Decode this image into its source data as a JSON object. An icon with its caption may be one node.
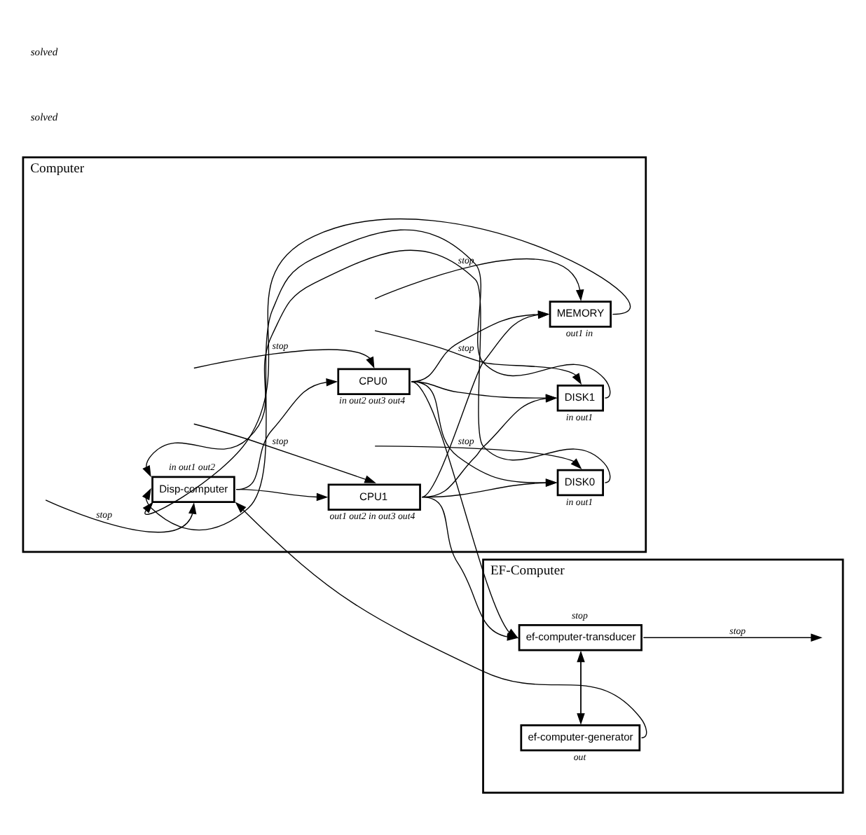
{
  "diagram": {
    "nodes": [
      {
        "text": [
          "Computer"
        ]
      },
      {
        "text": [
          "Disp-computer"
        ],
        "in": 0,
        "beside": [
          "in",
          "out1",
          "out2"
        ]
      },
      {
        "text": [
          "CPU0"
        ],
        "in": 0,
        "beside": [
          "in",
          "out2",
          "out3",
          "out4"
        ]
      },
      {
        "text": [
          "CPU1"
        ],
        "in": 0,
        "beside": [
          "out1",
          "out2",
          "in",
          "out3",
          "out4"
        ]
      },
      {
        "text": [
          "DISK0"
        ],
        "in": 0,
        "beside": [
          "in",
          "out1"
        ]
      },
      {
        "text": [
          "DISK1"
        ],
        "in": 0,
        "beside": [
          "in",
          "out1"
        ]
      },
      {
        "text": [
          "MEMORY"
        ],
        "in": 0,
        "beside": [
          "out1",
          "in"
        ]
      },
      {
        "text": [
          "EF-Computer"
        ]
      },
      {
        "text": [
          "ef-computer-transducer"
        ],
        "in": 7,
        "beside": [
          "stop"
        ]
      },
      {
        "text": [
          "ef-computer-generator"
        ],
        "in": 7,
        "beside": [
          "out"
        ]
      }
    ],
    "edges": [
      {
        "from": 1,
        "to": 2,
        "arrow": "to"
      },
      {
        "from": 1,
        "to": 3,
        "arrow": "to"
      },
      {
        "from": 2,
        "to": 4,
        "arrow": "to"
      },
      {
        "from": 2,
        "to": 5,
        "arrow": "to"
      },
      {
        "from": 2,
        "to": 8,
        "arrow": "to"
      },
      {
        "from": 2,
        "to": 6,
        "arrow": "to"
      },
      {
        "from": 3,
        "to": 4,
        "arrow": "to"
      },
      {
        "from": 3,
        "to": 5,
        "arrow": "to"
      },
      {
        "from": 3,
        "to": 8,
        "arrow": "to"
      },
      {
        "from": 3,
        "to": 6,
        "arrow": "to"
      },
      {
        "from": 4,
        "to": 1,
        "arrow": "to"
      },
      {
        "from": 5,
        "to": 1,
        "arrow": "to"
      },
      {
        "from": 6,
        "to": 1,
        "arrow": "to"
      },
      {
        "from": 9,
        "to": 1,
        "arrow": "to"
      },
      {
        "from": 9,
        "to": 8,
        "arrow": "to"
      },
      {
        "from": 8,
        "to": 9,
        "arrow": "to"
      },
      {
        "from": 8,
        "to": null,
        "arrow": "to",
        "label": "stop"
      },
      {
        "from": null,
        "to": 1,
        "arrow": "to",
        "label": "stop"
      },
      {
        "from": null,
        "to": 2,
        "arrow": "to",
        "label": "stop"
      },
      {
        "from": null,
        "to": 3,
        "arrow": "to",
        "label": "stop"
      },
      {
        "from": null,
        "to": 4,
        "arrow": "to",
        "label": "stop"
      },
      {
        "from": null,
        "to": 5,
        "arrow": "to",
        "label": "stop"
      },
      {
        "from": null,
        "to": 6,
        "arrow": "to",
        "label": "stop"
      }
    ],
    "labels": [
      "solved",
      "solved"
    ]
  }
}
